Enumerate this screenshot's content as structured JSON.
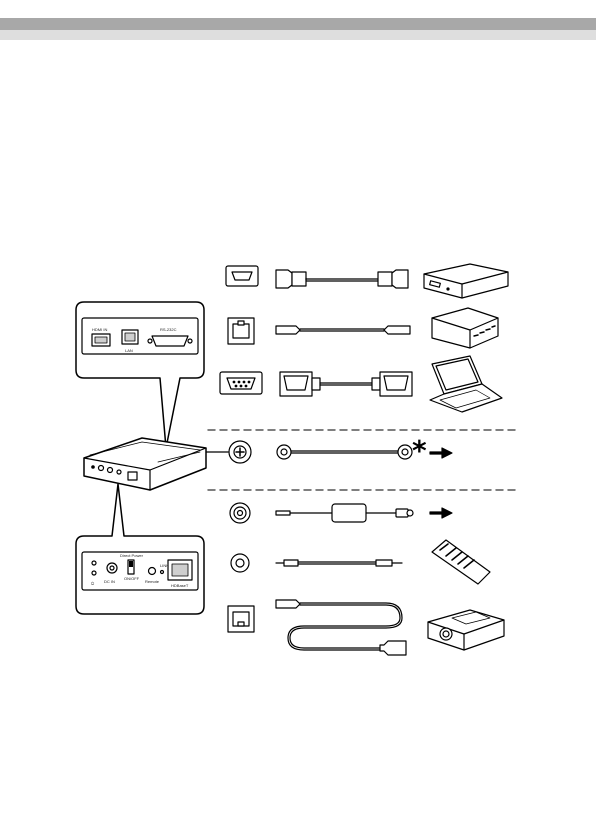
{
  "device_panel_top": {
    "hdmi_label": "HDMI IN",
    "lan_label": "LAN",
    "rs232c_label": "RS-232C"
  },
  "device_panel_bottom": {
    "power_label": "DC IN",
    "switch_label_top": "Direct Power",
    "switch_label_bottom": "ON/OFF",
    "remote_label": "Remote",
    "hdbaset_label": "HDBaseT",
    "link_label": "LINK"
  },
  "footnote_marker": "*",
  "icons": {
    "hdmi_port": "hdmi-port-icon",
    "lan_port": "lan-port-icon",
    "serial_port": "serial-port-icon",
    "ground_terminal": "ground-terminal-icon",
    "power_jack": "power-jack-icon",
    "audio_jack": "audio-jack-icon",
    "rj45_port": "rj45-port-icon"
  },
  "colors": {
    "line": "#000000",
    "panel_fill": "#ffffff",
    "port_fill": "#cfcfcf",
    "dash": "#555555"
  }
}
